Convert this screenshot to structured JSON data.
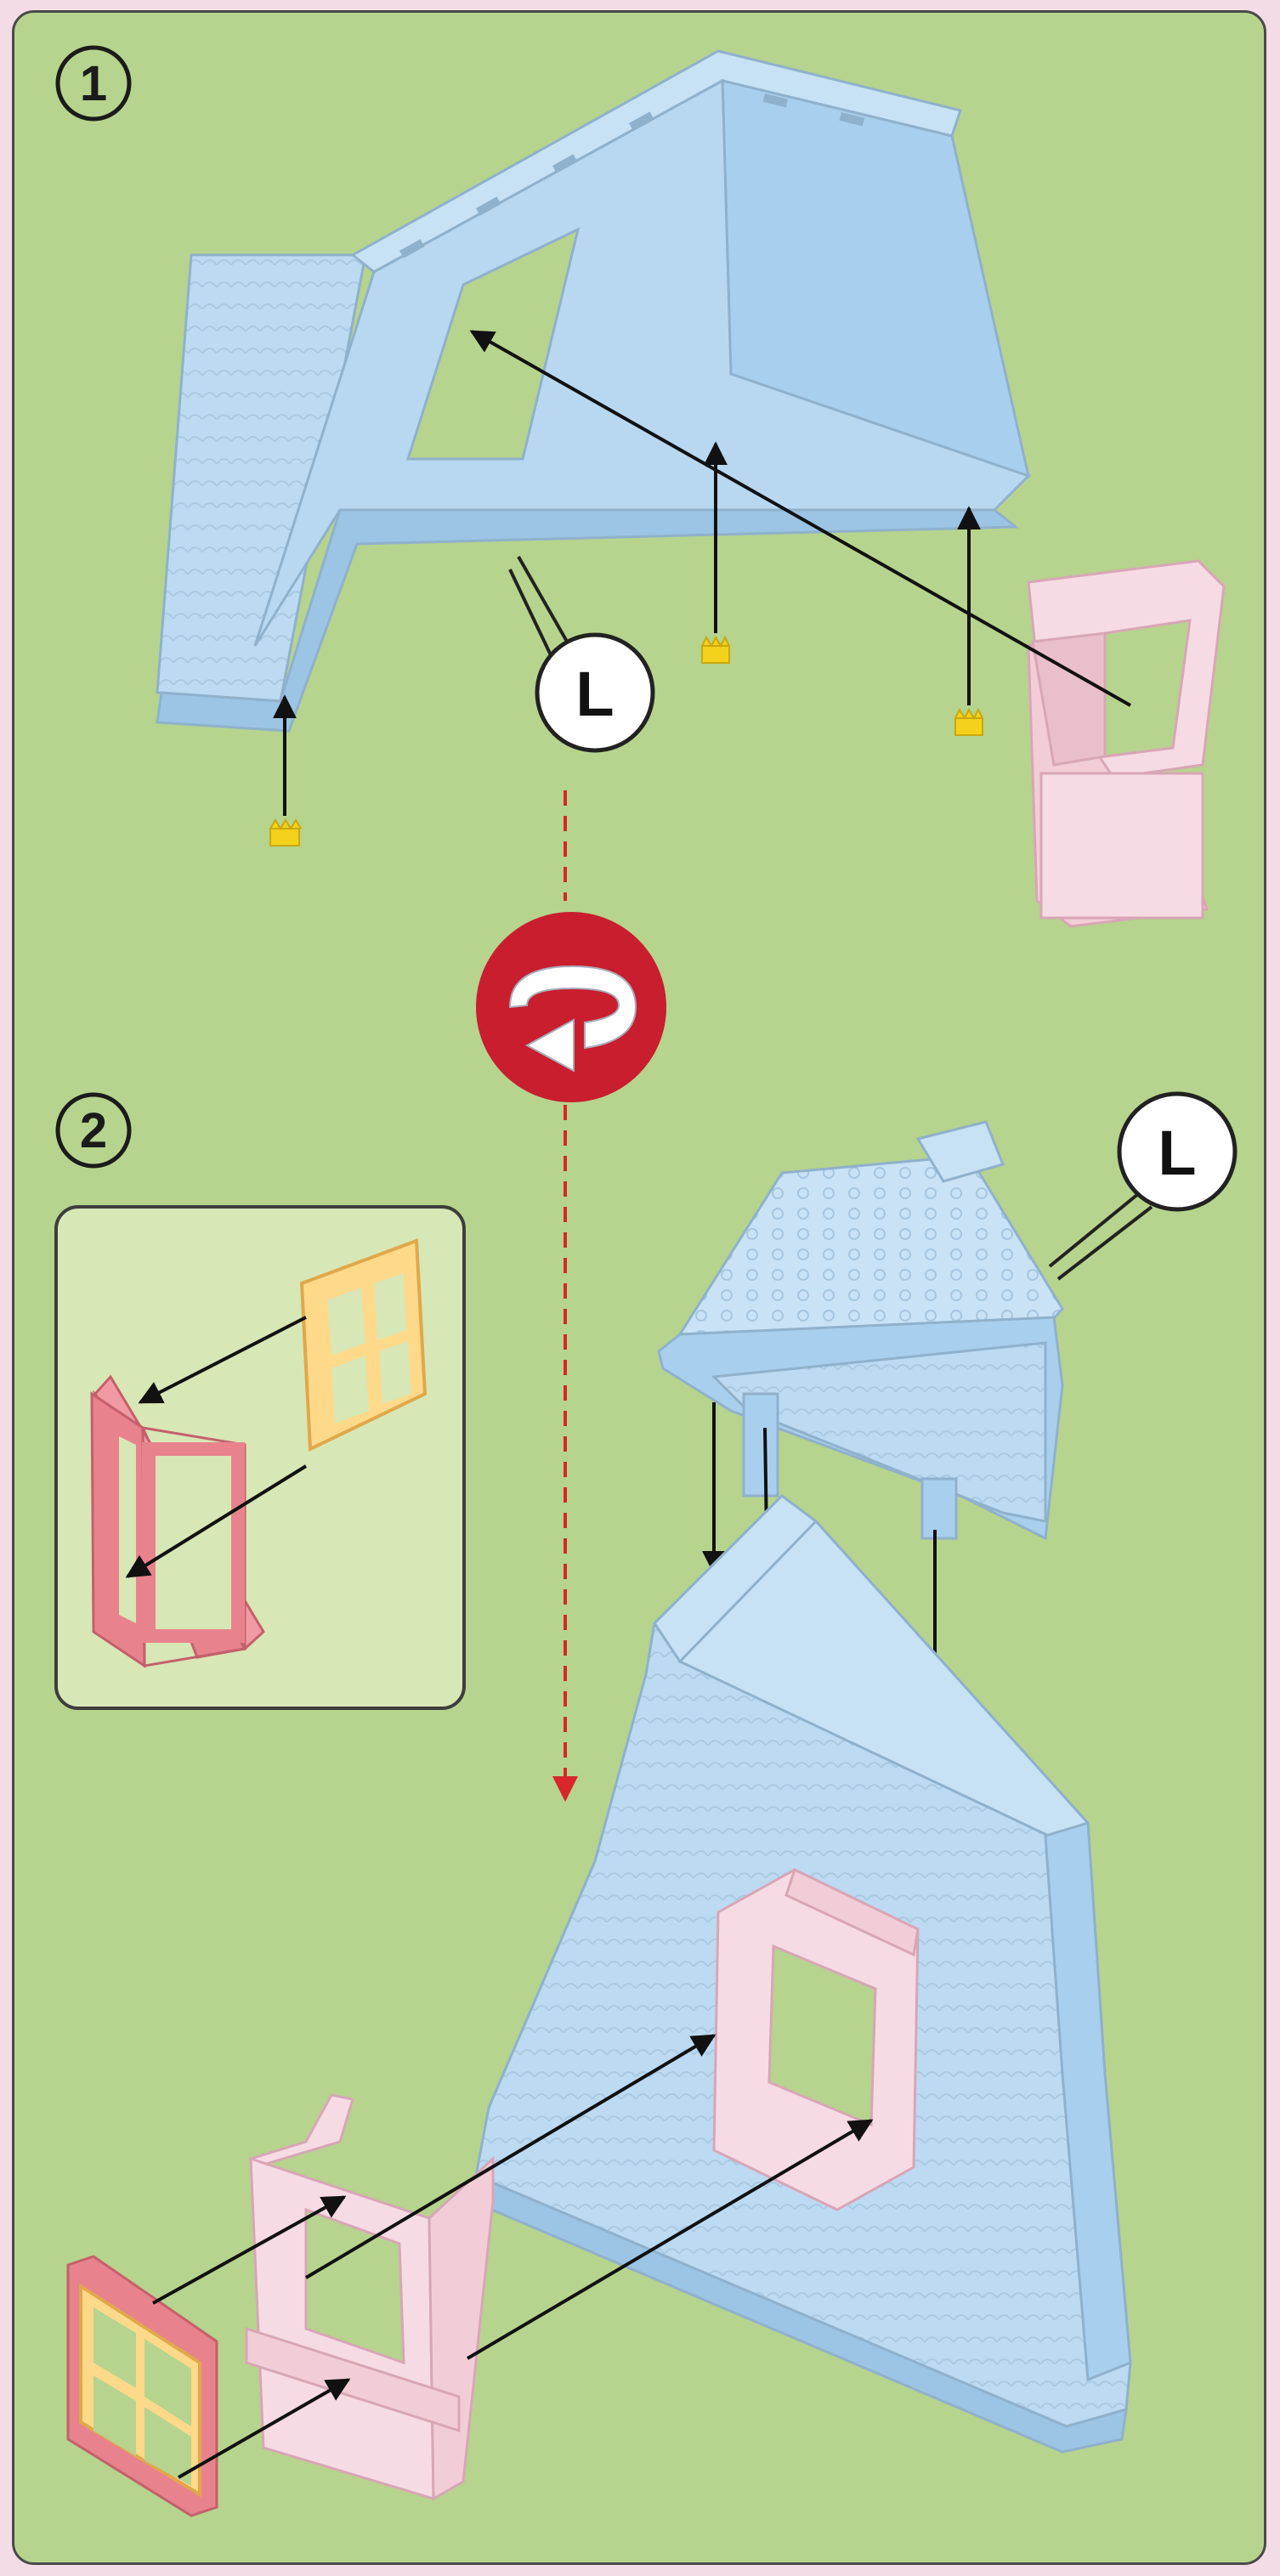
{
  "steps": {
    "step1": {
      "number": "1"
    },
    "step2": {
      "number": "2"
    }
  },
  "callouts": {
    "part_letter_1": "L",
    "part_letter_2": "L"
  },
  "icons": {
    "rotate": "rotate-icon",
    "arrow": "arrow-icon",
    "clip": "clip-icon"
  },
  "colors": {
    "background": "#b6d48d",
    "roof_part": "#bcdaf2",
    "window_frame_pink": "#f2cdd8",
    "window_frame_red": "#e8838e",
    "window_pane_yellow": "#ffd98a",
    "clip_yellow": "#f4d21b",
    "rotate_badge": "#c81e2d"
  }
}
